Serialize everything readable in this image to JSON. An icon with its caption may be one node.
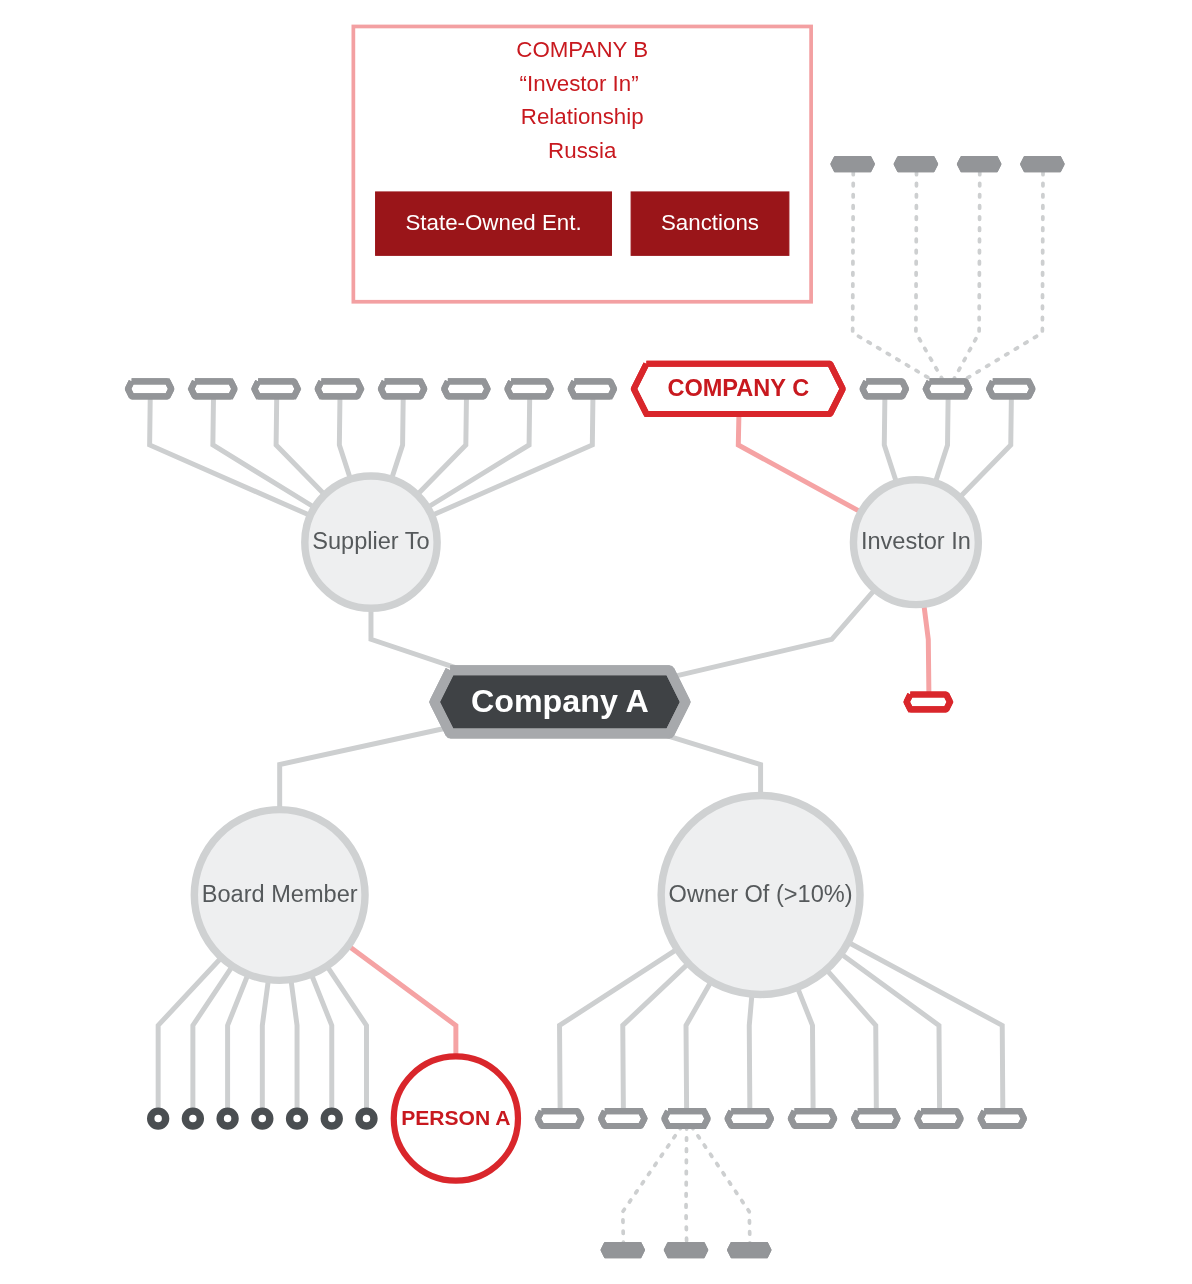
{
  "diagram": {
    "nodes": [
      {
        "text": [
          "Company A"
        ]
      },
      {
        "text": [
          "Supplier To"
        ]
      },
      {
        "text": [],
        "shape": "hexagon"
      },
      {
        "text": [],
        "shape": "hexagon"
      },
      {
        "text": [],
        "shape": "hexagon"
      },
      {
        "text": [],
        "shape": "hexagon"
      },
      {
        "text": [],
        "shape": "hexagon"
      },
      {
        "text": [],
        "shape": "hexagon"
      },
      {
        "text": [],
        "shape": "hexagon"
      },
      {
        "text": [],
        "shape": "hexagon"
      },
      {
        "text": [
          "Investor In"
        ]
      },
      {
        "text": [
          "COMPANY C"
        ]
      },
      {
        "text": [],
        "shape": "hexagon"
      },
      {
        "text": [],
        "shape": "hexagon"
      },
      {
        "text": [],
        "shape": "hexagon"
      },
      {
        "text": [],
        "shape": "hexagon"
      },
      {
        "text": [],
        "shape": "hexagon"
      },
      {
        "text": [],
        "shape": "hexagon"
      },
      {
        "text": [],
        "shape": "hexagon"
      },
      {
        "text": [],
        "shape": "hexagon"
      },
      {
        "text": [
          "COMPANY B",
          "“Investor In” Relationship",
          "Russia"
        ]
      },
      {
        "text": [
          "State-Owned Ent."
        ],
        "in": 20
      },
      {
        "text": [
          "Sanctions"
        ],
        "in": 20
      },
      {
        "text": [
          "Board Member"
        ]
      },
      {
        "text": [],
        "shape": "circle"
      },
      {
        "text": [],
        "shape": "circle"
      },
      {
        "text": [],
        "shape": "circle"
      },
      {
        "text": [],
        "shape": "circle"
      },
      {
        "text": [],
        "shape": "circle"
      },
      {
        "text": [],
        "shape": "circle"
      },
      {
        "text": [],
        "shape": "circle"
      },
      {
        "text": [
          "PERSON A"
        ]
      },
      {
        "text": [
          "Owner Of (>10%)"
        ]
      },
      {
        "text": [],
        "shape": "hexagon"
      },
      {
        "text": [],
        "shape": "hexagon"
      },
      {
        "text": [],
        "shape": "hexagon"
      },
      {
        "text": [],
        "shape": "hexagon"
      },
      {
        "text": [],
        "shape": "hexagon"
      },
      {
        "text": [],
        "shape": "hexagon"
      },
      {
        "text": [],
        "shape": "hexagon"
      },
      {
        "text": [],
        "shape": "hexagon"
      },
      {
        "text": [],
        "shape": "hexagon"
      },
      {
        "text": [],
        "shape": "hexagon"
      },
      {
        "text": [],
        "shape": "hexagon"
      }
    ],
    "edges": [
      {
        "from": 1,
        "to": 0,
        "arrow": "none"
      },
      {
        "from": 10,
        "to": 0,
        "arrow": "none"
      },
      {
        "from": 0,
        "to": 23,
        "arrow": "none"
      },
      {
        "from": 0,
        "to": 32,
        "arrow": "none"
      },
      {
        "from": 2,
        "to": 1,
        "arrow": "none"
      },
      {
        "from": 3,
        "to": 1,
        "arrow": "none"
      },
      {
        "from": 4,
        "to": 1,
        "arrow": "none"
      },
      {
        "from": 5,
        "to": 1,
        "arrow": "none"
      },
      {
        "from": 6,
        "to": 1,
        "arrow": "none"
      },
      {
        "from": 7,
        "to": 1,
        "arrow": "none"
      },
      {
        "from": 8,
        "to": 1,
        "arrow": "none"
      },
      {
        "from": 9,
        "to": 1,
        "arrow": "none"
      },
      {
        "from": 11,
        "to": 10,
        "arrow": "none",
        "color": "#f5a3a4"
      },
      {
        "from": 12,
        "to": 10,
        "arrow": "none"
      },
      {
        "from": 13,
        "to": 10,
        "arrow": "none"
      },
      {
        "from": 14,
        "to": 13,
        "arrow": "none",
        "style": "dashed"
      },
      {
        "from": 15,
        "to": 13,
        "arrow": "none",
        "style": "dashed"
      },
      {
        "from": 16,
        "to": 13,
        "arrow": "none",
        "style": "dashed"
      },
      {
        "from": 17,
        "to": 13,
        "arrow": "none",
        "style": "dashed"
      },
      {
        "from": 18,
        "to": 10,
        "arrow": "none"
      },
      {
        "from": 10,
        "to": 19,
        "arrow": "none",
        "color": "#f5a3a4"
      },
      {
        "from": 23,
        "to": 24,
        "arrow": "none"
      },
      {
        "from": 23,
        "to": 25,
        "arrow": "none"
      },
      {
        "from": 23,
        "to": 26,
        "arrow": "none"
      },
      {
        "from": 23,
        "to": 27,
        "arrow": "none"
      },
      {
        "from": 23,
        "to": 28,
        "arrow": "none"
      },
      {
        "from": 23,
        "to": 29,
        "arrow": "none"
      },
      {
        "from": 23,
        "to": 30,
        "arrow": "none"
      },
      {
        "from": 23,
        "to": 31,
        "arrow": "none",
        "color": "#f5a3a4"
      },
      {
        "from": 32,
        "to": 33,
        "arrow": "none"
      },
      {
        "from": 32,
        "to": 34,
        "arrow": "none"
      },
      {
        "from": 32,
        "to": 35,
        "arrow": "none"
      },
      {
        "from": 35,
        "to": 36,
        "arrow": "none",
        "style": "dashed"
      },
      {
        "from": 35,
        "to": 37,
        "arrow": "none",
        "style": "dashed"
      },
      {
        "from": 35,
        "to": 38,
        "arrow": "none",
        "style": "dashed"
      },
      {
        "from": 32,
        "to": 39,
        "arrow": "none"
      },
      {
        "from": 32,
        "to": 40,
        "arrow": "none"
      },
      {
        "from": 32,
        "to": 41,
        "arrow": "none"
      },
      {
        "from": 32,
        "to": 42,
        "arrow": "none"
      },
      {
        "from": 32,
        "to": 43,
        "arrow": "none"
      }
    ]
  }
}
